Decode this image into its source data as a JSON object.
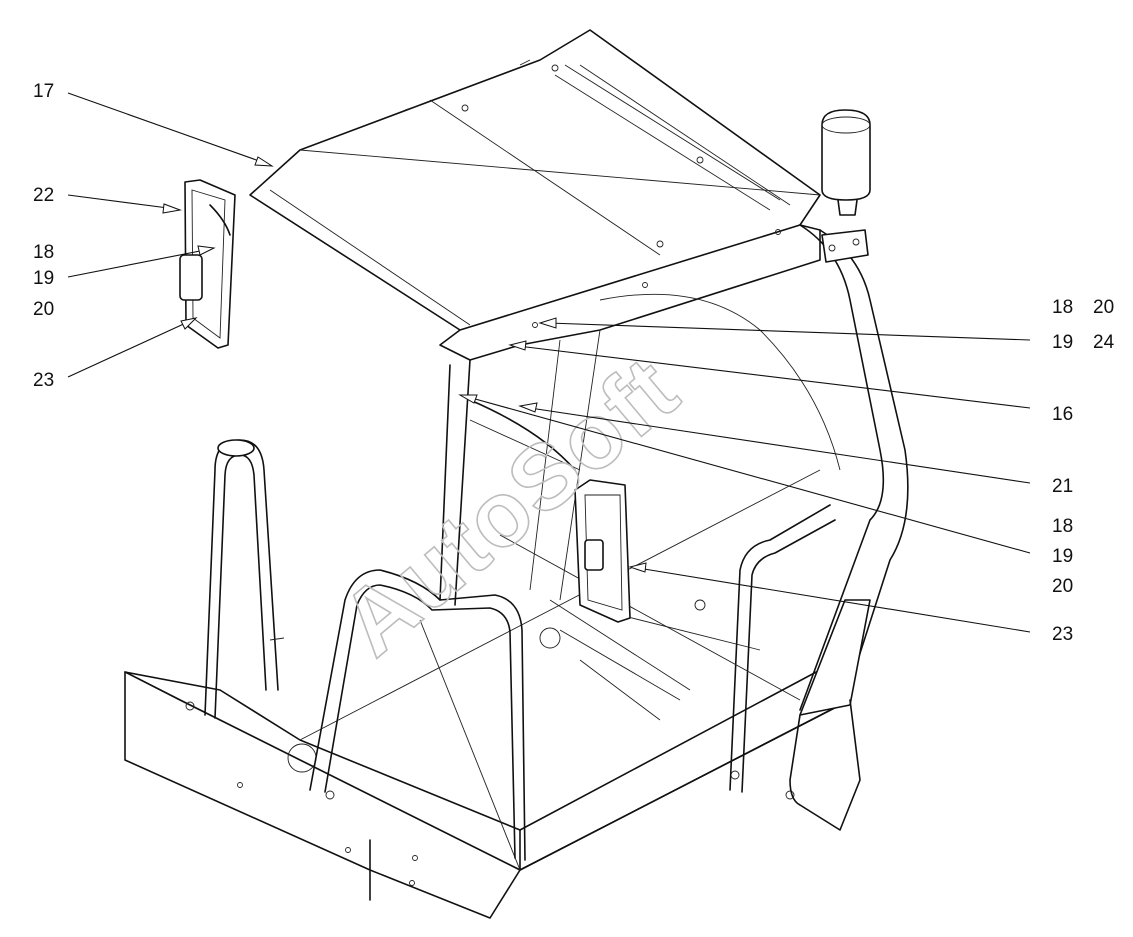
{
  "watermark": "AutoSoft",
  "callouts": [
    {
      "id": "c17",
      "text": "17"
    },
    {
      "id": "c22",
      "text": "22"
    },
    {
      "id": "c18a",
      "text": "18"
    },
    {
      "id": "c19a",
      "text": "19"
    },
    {
      "id": "c20a",
      "text": "20"
    },
    {
      "id": "c23a",
      "text": "23"
    },
    {
      "id": "c18b",
      "text": "18"
    },
    {
      "id": "c20b",
      "text": "20"
    },
    {
      "id": "c19b",
      "text": "19"
    },
    {
      "id": "c24",
      "text": "24"
    },
    {
      "id": "c16",
      "text": "16"
    },
    {
      "id": "c21",
      "text": "21"
    },
    {
      "id": "c18c",
      "text": "18"
    },
    {
      "id": "c19c",
      "text": "19"
    },
    {
      "id": "c20c",
      "text": "20"
    },
    {
      "id": "c23b",
      "text": "23"
    }
  ]
}
